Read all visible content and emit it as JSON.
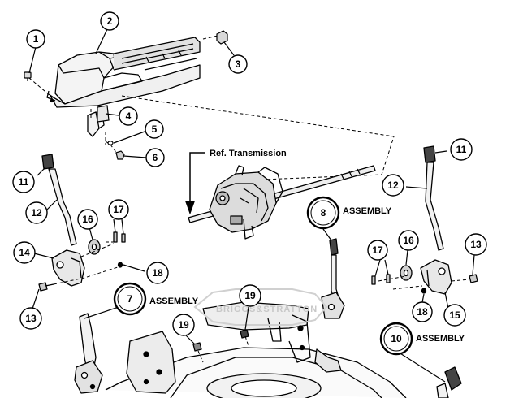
{
  "diagram": {
    "reference_label": "Ref. Transmission",
    "watermark": "BRIGGS&STRATTON",
    "callouts": [
      "1",
      "2",
      "3",
      "4",
      "5",
      "6",
      "11",
      "12",
      "16",
      "17",
      "14",
      "13",
      "18",
      "8",
      "11",
      "12",
      "16",
      "17",
      "13",
      "18",
      "15",
      "7",
      "19",
      "19",
      "10"
    ],
    "assembly_word": "ASSEMBLY",
    "assemblies": [
      "7",
      "8",
      "10"
    ]
  }
}
